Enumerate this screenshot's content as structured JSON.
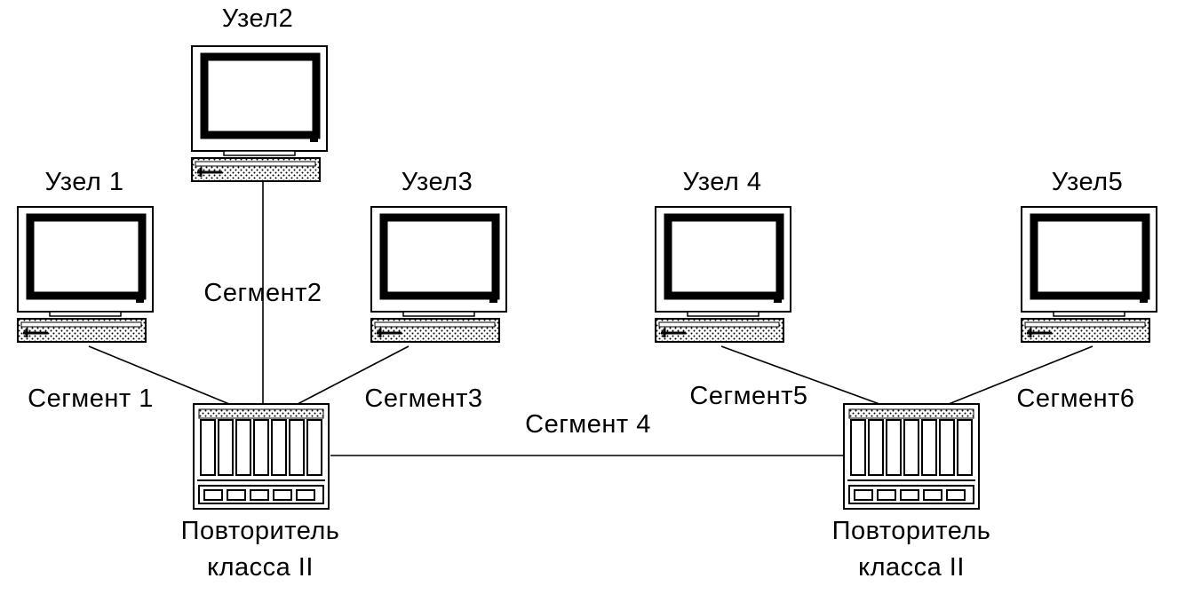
{
  "nodes": [
    {
      "id": "node1",
      "label": "Узел 1"
    },
    {
      "id": "node2",
      "label": "Узел2"
    },
    {
      "id": "node3",
      "label": "Узел3"
    },
    {
      "id": "node4",
      "label": "Узел 4"
    },
    {
      "id": "node5",
      "label": "Узел5"
    }
  ],
  "segments": [
    {
      "id": "seg1",
      "label": "Сегмент 1"
    },
    {
      "id": "seg2",
      "label": "Сегмент2"
    },
    {
      "id": "seg3",
      "label": "Сегмент3"
    },
    {
      "id": "seg4",
      "label": "Сегмент 4"
    },
    {
      "id": "seg5",
      "label": "Сегмент5"
    },
    {
      "id": "seg6",
      "label": "Сегмент6"
    }
  ],
  "repeaters": [
    {
      "id": "rep1",
      "line1": "Повторитель",
      "line2": "класса II"
    },
    {
      "id": "rep2",
      "line1": "Повторитель",
      "line2": "класса II"
    }
  ],
  "colors": {
    "ink": "#000000",
    "background": "#ffffff"
  }
}
